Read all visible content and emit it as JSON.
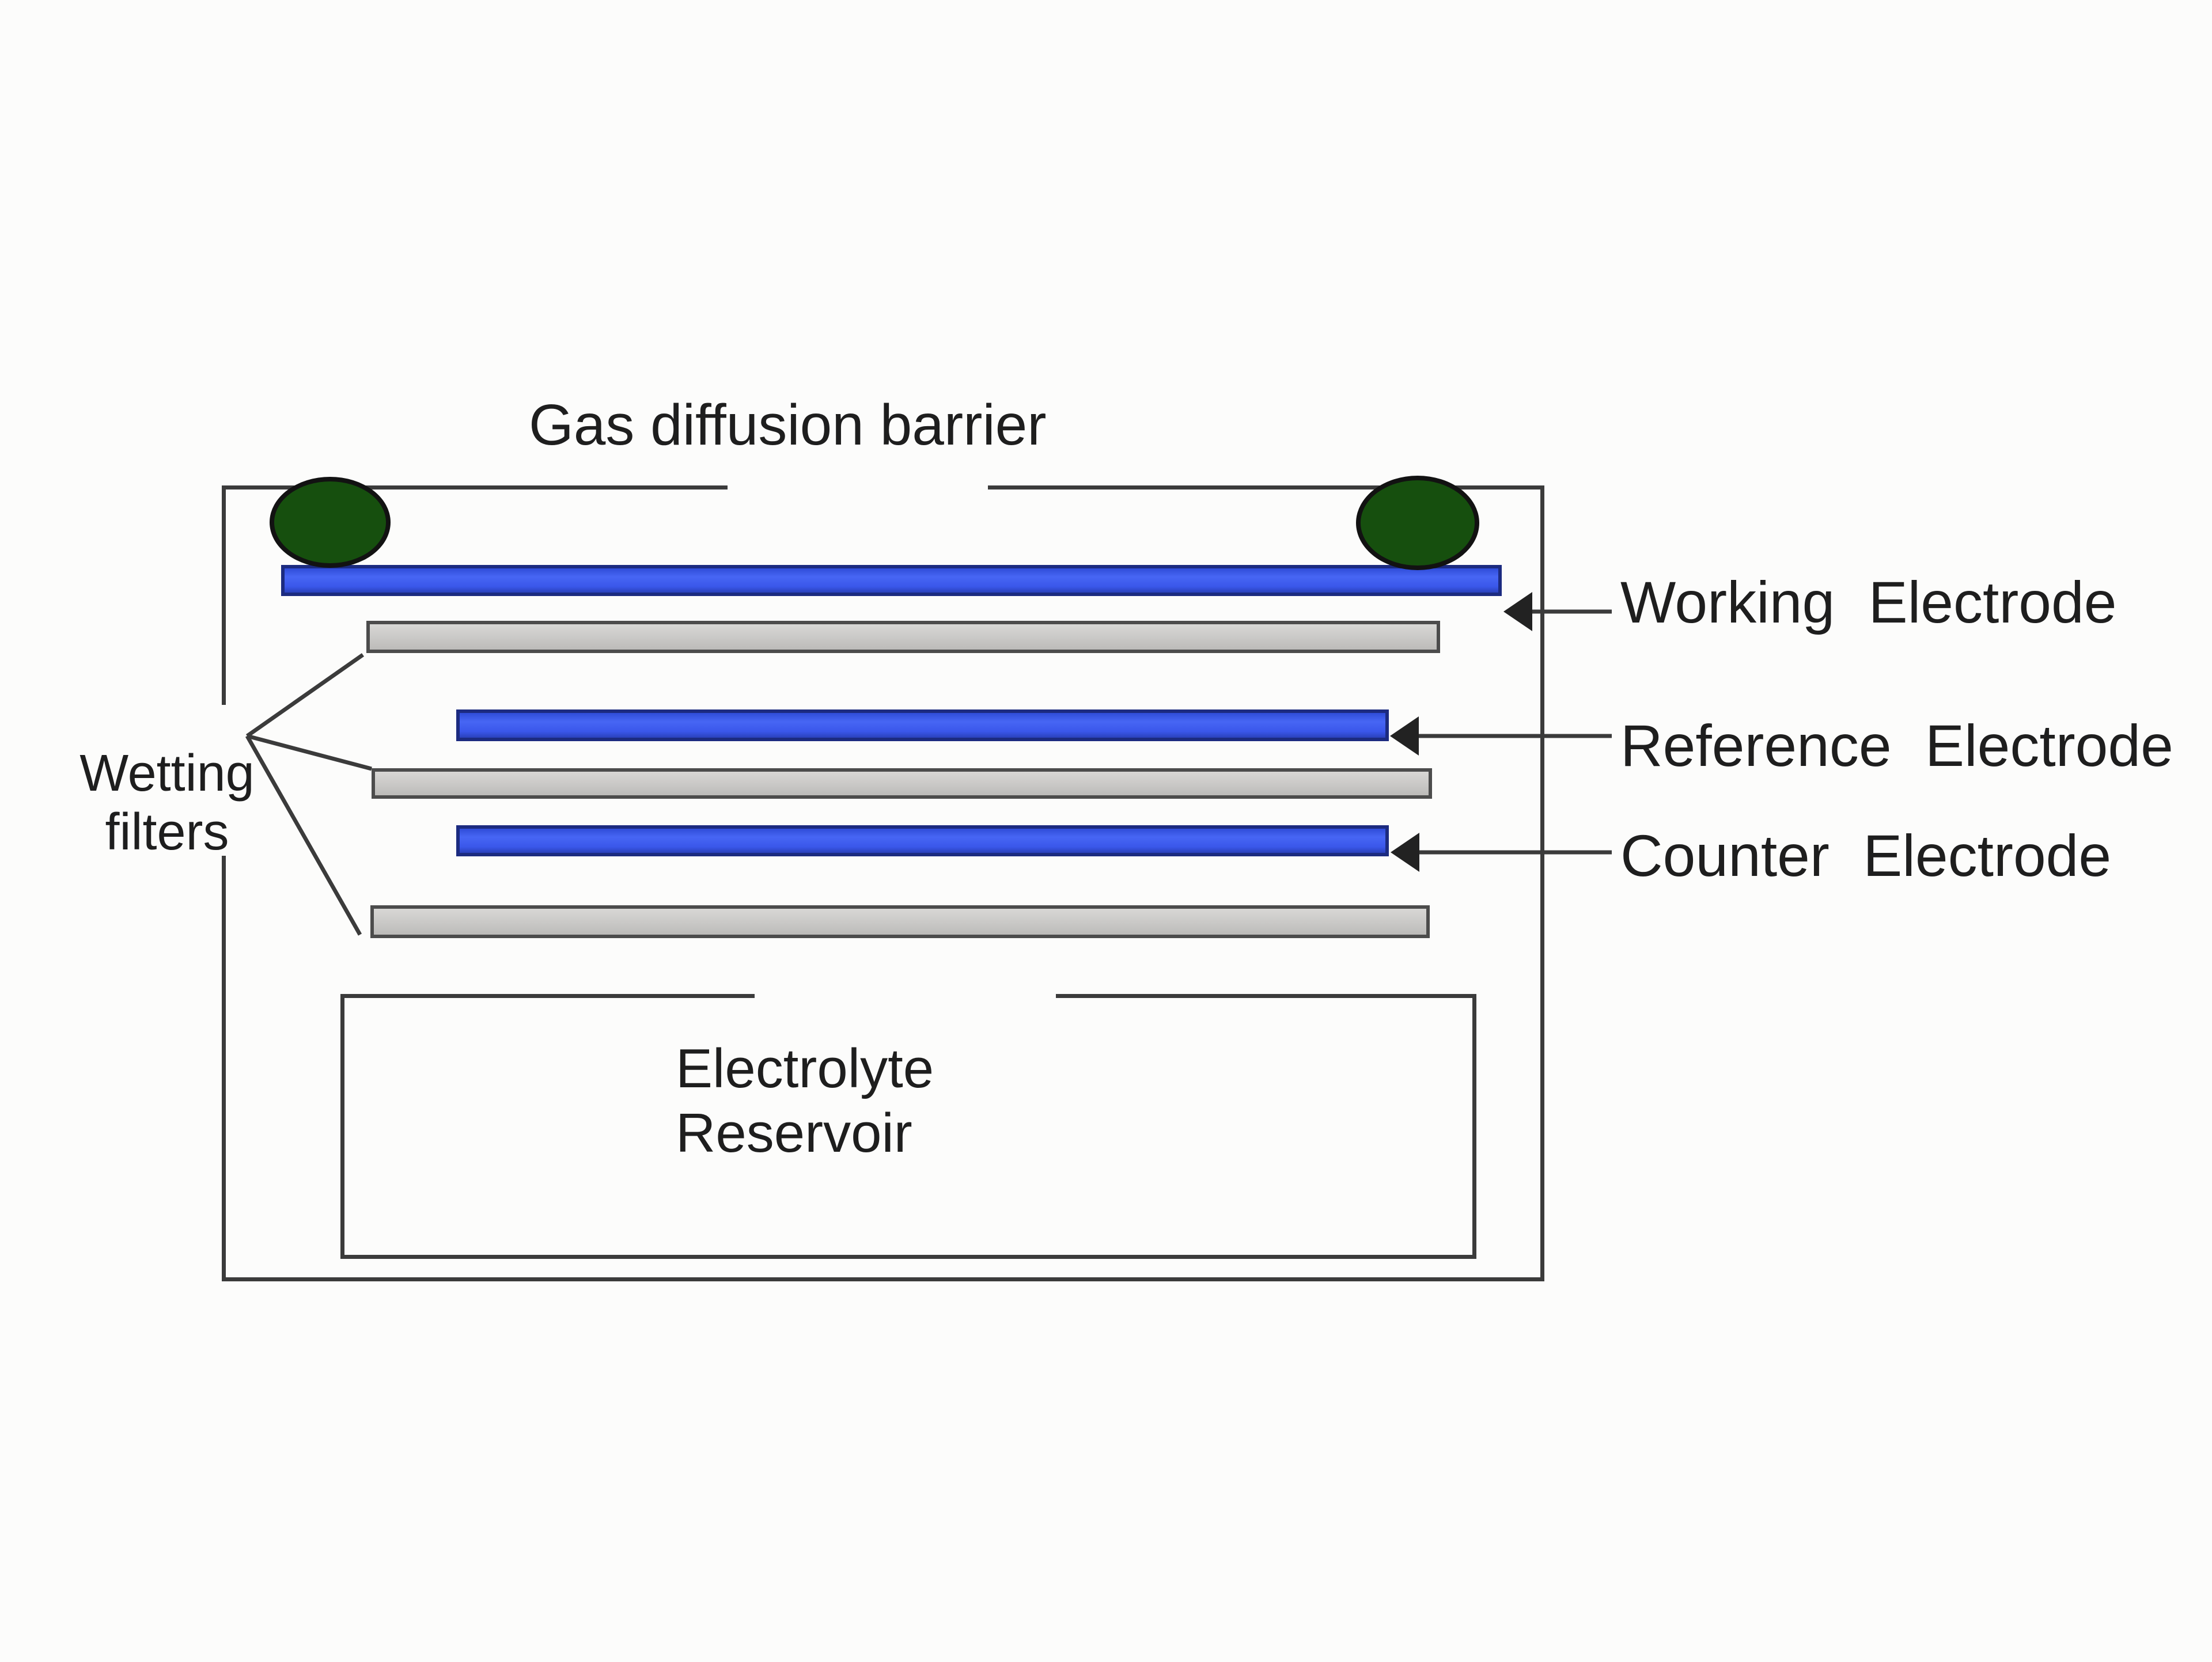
{
  "title": "Gas diffusion barrier",
  "annotations": {
    "wetting": {
      "line1": "Wetting",
      "line2": "filters"
    },
    "reservoir": {
      "line1": "Electrolyte",
      "line2": "Reservoir"
    }
  },
  "right_labels": [
    {
      "id": "working",
      "text": "Working Electrode"
    },
    {
      "id": "reference",
      "text": "Reference Electrode"
    },
    {
      "id": "counter",
      "text": "Counter Electrode"
    }
  ],
  "layers": [
    {
      "name": "working-electrode-strip",
      "type": "electrode",
      "color_key": "electrode_blue"
    },
    {
      "name": "wetting-filter-strip-1",
      "type": "filter",
      "color_key": "filter_gray"
    },
    {
      "name": "reference-electrode-strip",
      "type": "electrode",
      "color_key": "electrode_blue"
    },
    {
      "name": "wetting-filter-strip-2",
      "type": "filter",
      "color_key": "filter_gray"
    },
    {
      "name": "counter-electrode-strip",
      "type": "electrode",
      "color_key": "electrode_blue"
    },
    {
      "name": "wetting-filter-strip-3",
      "type": "filter",
      "color_key": "filter_gray"
    }
  ],
  "colors": {
    "electrode_blue": "#3a57ea",
    "electrode_blue_border": "#1c2b80",
    "filter_gray": "#c9c8c6",
    "filter_gray_border": "#4c4c4c",
    "seal_green": "#164f0e",
    "seal_green_border": "#121212",
    "line": "#3b3b3b",
    "text": "#1e1e1e",
    "background": "#fcfcfb"
  }
}
